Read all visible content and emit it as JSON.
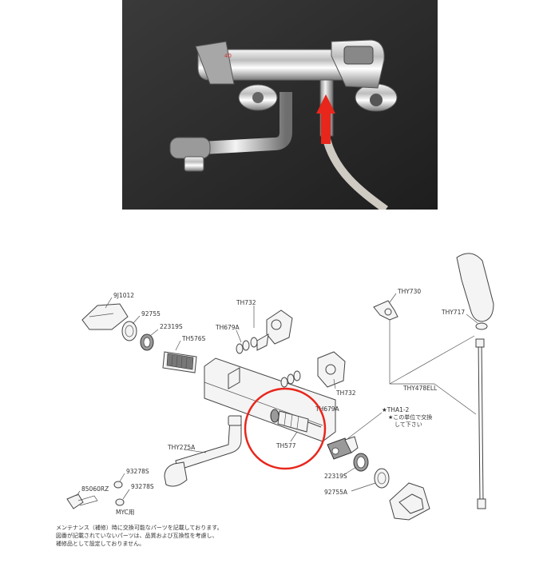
{
  "photo": {
    "description_icon": "faucet-photo-with-red-arrow",
    "arrow_color": "#e8261c",
    "background_color": "#2b2b2b",
    "dial_number": "40"
  },
  "diagram": {
    "highlight_color": "#e8261c",
    "labels": {
      "9j1012": "9J1012",
      "92755": "92755",
      "22319s_top": "22319S",
      "th576s": "TH576S",
      "th732_top": "TH732",
      "th679a_top": "TH679A",
      "thy730": "THY730",
      "thy717": "THY717",
      "th732_mid": "TH732",
      "th679a_mid": "TH679A",
      "thy478ell": "THY478ELL",
      "tha1_2": "★THA1-2",
      "tha1_2_note_1": "★この単位で交換",
      "tha1_2_note_2": "して下さい",
      "th577": "TH577",
      "thy275a": "THY275A",
      "93278s_a": "93278S",
      "93278s_b": "93278S",
      "myc_note": "MYC用",
      "85060rz": "85060RZ",
      "22319s_bottom": "22319S",
      "92755a": "92755A"
    },
    "footnote": [
      "メンテナンス（補修）時に交換可能なパーツを記載しております。",
      "図番が記載されていないパーツは、品質および互換性を考慮し、",
      "補修品として設定しておりません。"
    ]
  }
}
